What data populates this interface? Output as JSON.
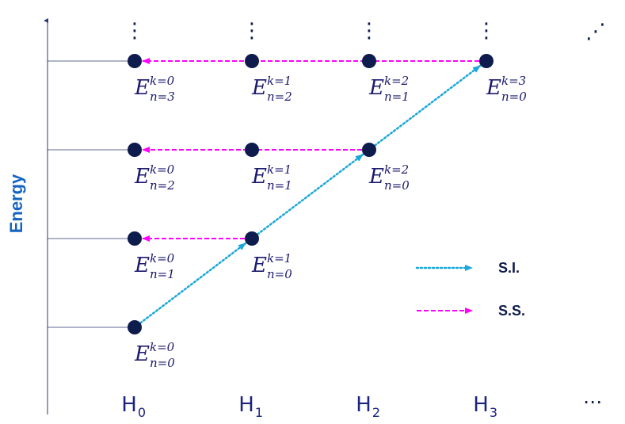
{
  "axis": {
    "ylabel": "Energy"
  },
  "columns": [
    {
      "base": "H",
      "sub": "0"
    },
    {
      "base": "H",
      "sub": "1"
    },
    {
      "base": "H",
      "sub": "2"
    },
    {
      "base": "H",
      "sub": "3"
    }
  ],
  "column_ellipsis": "⋯",
  "vertical_ellipsis": "⋮",
  "diagonal_ellipsis": "⋰",
  "states": [
    {
      "level": 0,
      "col": 0,
      "k": "0",
      "n": "0"
    },
    {
      "level": 1,
      "col": 0,
      "k": "0",
      "n": "1"
    },
    {
      "level": 1,
      "col": 1,
      "k": "1",
      "n": "0"
    },
    {
      "level": 2,
      "col": 0,
      "k": "0",
      "n": "2"
    },
    {
      "level": 2,
      "col": 1,
      "k": "1",
      "n": "1"
    },
    {
      "level": 2,
      "col": 2,
      "k": "2",
      "n": "0"
    },
    {
      "level": 3,
      "col": 0,
      "k": "0",
      "n": "3"
    },
    {
      "level": 3,
      "col": 1,
      "k": "1",
      "n": "2"
    },
    {
      "level": 3,
      "col": 2,
      "k": "2",
      "n": "1"
    },
    {
      "level": 3,
      "col": 3,
      "k": "3",
      "n": "0"
    }
  ],
  "si_arrows": [
    {
      "from": [
        0,
        0
      ],
      "to": [
        1,
        1
      ]
    },
    {
      "from": [
        1,
        1
      ],
      "to": [
        2,
        2
      ]
    },
    {
      "from": [
        2,
        2
      ],
      "to": [
        3,
        3
      ]
    }
  ],
  "ss_arrows": [
    {
      "from": [
        1,
        1
      ],
      "to": [
        1,
        0
      ]
    },
    {
      "from": [
        2,
        2
      ],
      "to": [
        2,
        0
      ]
    },
    {
      "from": [
        3,
        3
      ],
      "to": [
        3,
        0
      ]
    }
  ],
  "legend": [
    {
      "style": "dotted",
      "color": "#1aa7d9",
      "label": "S.I."
    },
    {
      "style": "dashed",
      "color": "#ff00ff",
      "label": "S.S."
    }
  ],
  "colors": {
    "node": "#0d1b4d",
    "level_line": "#2a3a6a",
    "si": "#1aa7d9",
    "ss": "#ff00ff"
  }
}
